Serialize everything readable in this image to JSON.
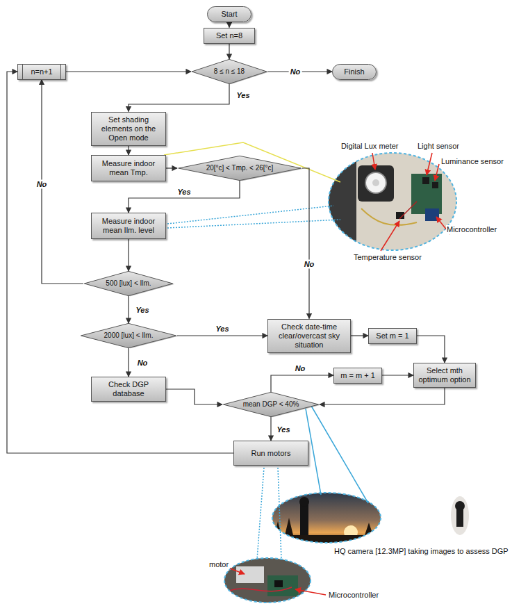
{
  "diagram": {
    "nodes": [
      {
        "text": [
          "Start"
        ]
      },
      {
        "text": [
          "Set n=8"
        ]
      },
      {
        "text": [
          "8 ≤ n ≤ 18"
        ]
      },
      {
        "text": [
          "n=n+1"
        ]
      },
      {
        "text": [
          "Finish"
        ]
      },
      {
        "text": [
          "Set shading elements on the Open mode"
        ]
      },
      {
        "text": [
          "Measure indoor mean Tmp."
        ]
      },
      {
        "text": [
          "20[°c] < Tmp. < 26[°c]"
        ]
      },
      {
        "text": [
          "Measure indoor mean Ilm. level"
        ]
      },
      {
        "text": [
          "500 [lux] < Ilm."
        ]
      },
      {
        "text": [
          "2000 [lux] < Ilm."
        ]
      },
      {
        "text": [
          "Check date-time clear/overcast sky situation"
        ]
      },
      {
        "text": [
          "Set m = 1"
        ]
      },
      {
        "text": [
          "Select mth optimum option"
        ]
      },
      {
        "text": [
          "m = m + 1"
        ]
      },
      {
        "text": [
          "Check DGP database"
        ]
      },
      {
        "text": [
          "mean DGP < 40%"
        ]
      },
      {
        "text": [
          "Run motors"
        ]
      }
    ],
    "edges": [
      {
        "from": 0,
        "to": 1,
        "arrow": "to"
      },
      {
        "from": 1,
        "to": 2,
        "arrow": "to"
      },
      {
        "from": 3,
        "to": 2,
        "arrow": "to"
      },
      {
        "from": 2,
        "to": 4,
        "label": "No",
        "arrow": "to"
      },
      {
        "from": 2,
        "to": 5,
        "label": "Yes",
        "arrow": "to"
      },
      {
        "from": 5,
        "to": 6,
        "arrow": "to"
      },
      {
        "from": 6,
        "to": 7,
        "arrow": "to"
      },
      {
        "from": 7,
        "to": 8,
        "label": "Yes",
        "arrow": "to"
      },
      {
        "from": 7,
        "to": 11,
        "label": "No",
        "arrow": "to"
      },
      {
        "from": 8,
        "to": 9,
        "arrow": "to"
      },
      {
        "from": 9,
        "to": 3,
        "label": "No",
        "arrow": "to"
      },
      {
        "from": 9,
        "to": 10,
        "label": "Yes",
        "arrow": "to"
      },
      {
        "from": 10,
        "to": 11,
        "label": "Yes",
        "arrow": "to"
      },
      {
        "from": 10,
        "to": 15,
        "label": "No",
        "arrow": "to"
      },
      {
        "from": 11,
        "to": 12,
        "arrow": "to"
      },
      {
        "from": 12,
        "to": 13,
        "arrow": "to"
      },
      {
        "from": 14,
        "to": 13,
        "arrow": "to"
      },
      {
        "from": 16,
        "to": 14,
        "label": "No",
        "arrow": "to"
      },
      {
        "from": 13,
        "to": 16,
        "arrow": "to"
      },
      {
        "from": 15,
        "to": 16,
        "arrow": "to"
      },
      {
        "from": 16,
        "to": 17,
        "label": "Yes",
        "arrow": "to"
      },
      {
        "from": 17,
        "to": 3,
        "arrow": "to"
      }
    ],
    "labels": [
      "Digital Lux meter",
      "Light sensor",
      "Luminance sensor",
      "Temperature sensor",
      "Microcontroller",
      "HQ camera [12.3MP] taking images to assess DGP",
      "motor",
      "Microcontroller"
    ]
  }
}
